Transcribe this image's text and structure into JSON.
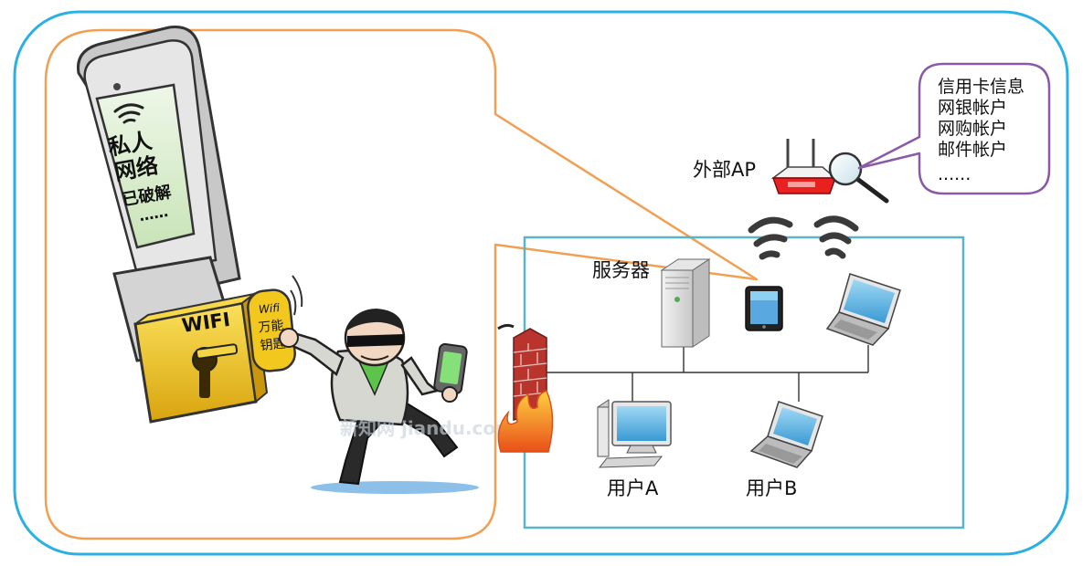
{
  "phone": {
    "screen_lines": [
      "私人",
      "网络",
      "已破解",
      "……"
    ]
  },
  "lock": {
    "label": "WIFI",
    "key_lines": [
      "Wifi",
      "万能",
      "钥匙"
    ]
  },
  "watermark": "新知网 jiandu.com",
  "network": {
    "server_label": "服务器",
    "ap_label": "外部AP",
    "user_a_label": "用户A",
    "user_b_label": "用户B"
  },
  "callout": {
    "lines": [
      "信用卡信息",
      "网银帐户",
      "网购帐户",
      "邮件帐户",
      "......"
    ]
  },
  "colors": {
    "outer_border": "#2ab0e4",
    "orange_border": "#f0a055",
    "network_box": "#5ab4c8",
    "callout_border": "#8a5aa8",
    "lock_yellow": "#f2c81e",
    "router_red": "#e82020",
    "firewall_red": "#b8342c",
    "flame_orange": "#f58a1a"
  }
}
